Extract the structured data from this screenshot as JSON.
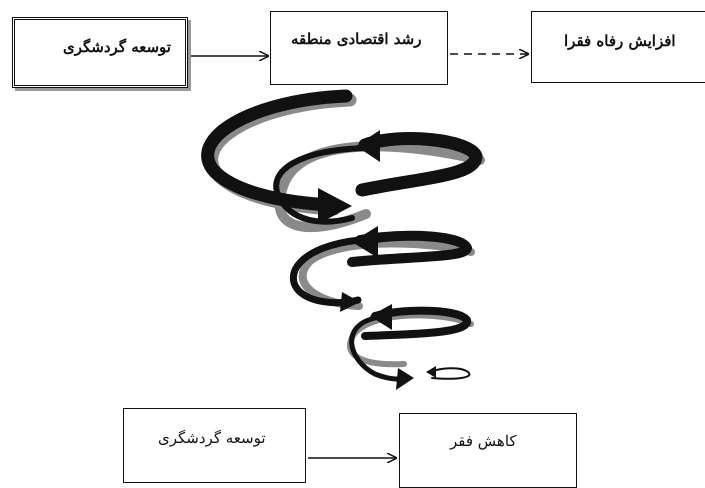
{
  "boxes": {
    "top_left": "توسعه گردشگری",
    "top_middle": "رشد اقتصادی منطقه",
    "top_right": "افزایش رفاه فقرا",
    "bottom_left": "توسعه گردشگری",
    "bottom_right": "کاهش فقر"
  },
  "colors": {
    "stroke": "#111111",
    "shadow": "#999999"
  }
}
